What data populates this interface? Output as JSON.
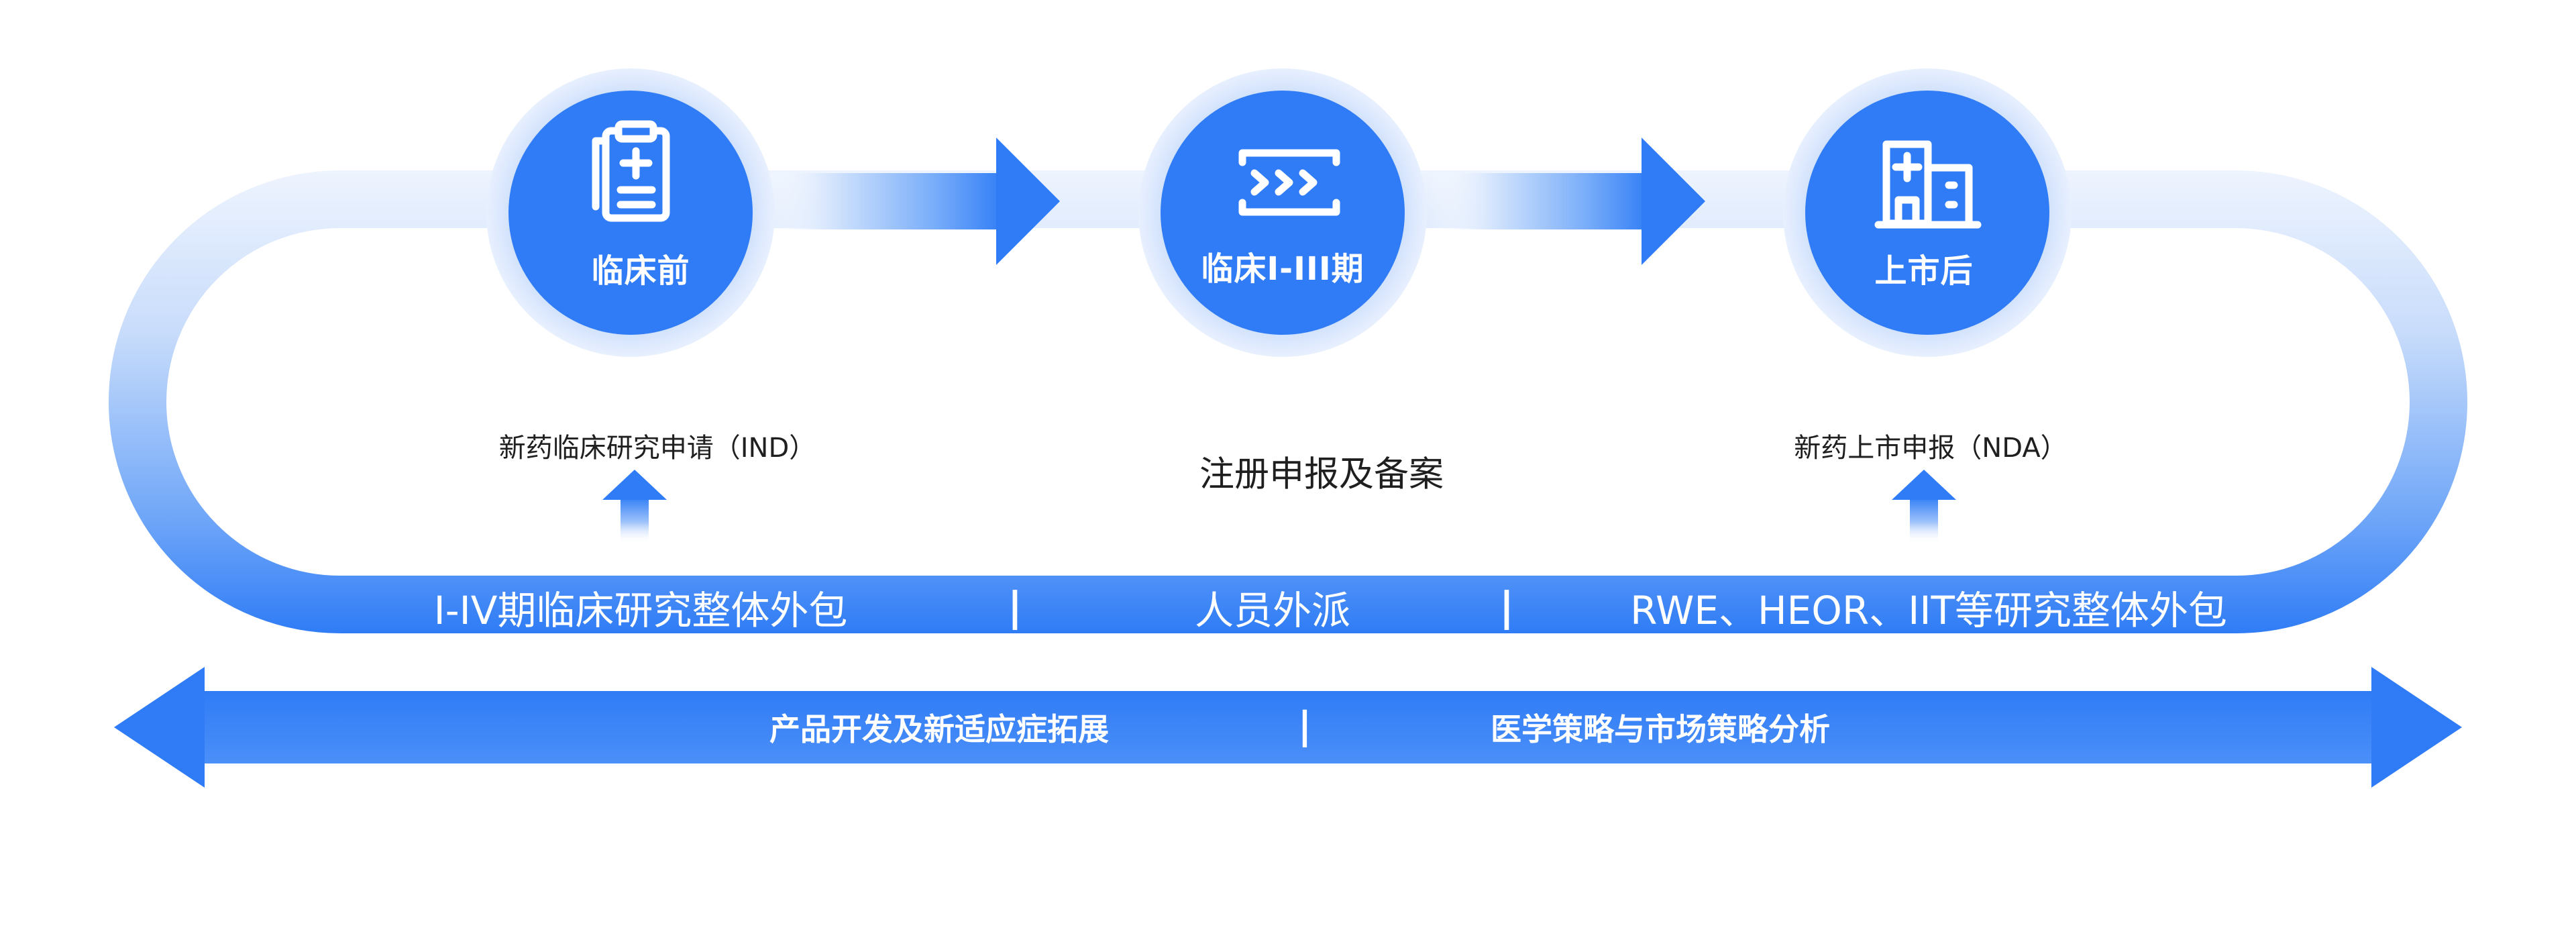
{
  "stages": [
    {
      "title": "临床前",
      "icon": "clipboard-icon"
    },
    {
      "title": "临床I-III期",
      "icon": "code-terminal-icon"
    },
    {
      "title": "上市后",
      "icon": "hospital-building-icon"
    }
  ],
  "milestones": {
    "ind": "新药临床研究申请（IND）",
    "registration": "注册申报及备案",
    "nda": "新药上市申报（NDA）"
  },
  "band": {
    "items": [
      "I-IV期临床研究整体外包",
      "人员外派",
      "RWE、HEOR、IIT等研究整体外包"
    ],
    "separator": "|"
  },
  "double_arrow": {
    "left_label": "产品开发及新适应症拓展",
    "right_label": "医学策略与市场策略分析",
    "separator": "|"
  },
  "colors": {
    "primary": "#2F7CF6",
    "light": "#D6E6FD",
    "text_dark": "#1f1f1f"
  }
}
